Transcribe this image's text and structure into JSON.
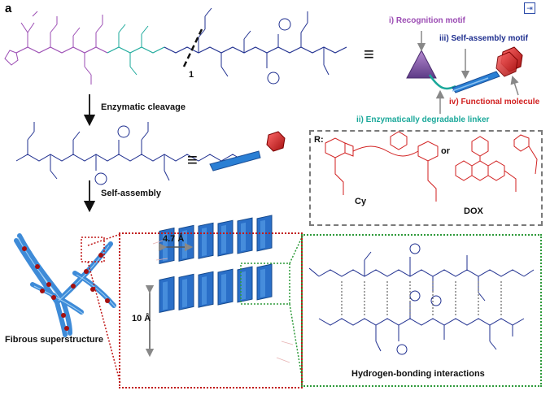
{
  "panel_label": "a",
  "compound_number": "1",
  "equiv_symbol": "≡",
  "motifs": {
    "recognition": "i) Recognition motif",
    "linker": "ii) Enzymatically degradable linker",
    "self_assembly": "iii) Self-assembly motif",
    "functional": "iv) Functional molecule"
  },
  "steps": {
    "cleavage": "Enzymatic cleavage",
    "assembly": "Self-assembly"
  },
  "r_group": {
    "label": "R:",
    "option1": "Cy",
    "or": "or",
    "option2": "DOX"
  },
  "structure": {
    "spacing_horizontal": "4.7 Å",
    "spacing_vertical": "10 Å",
    "fibrous_label": "Fibrous superstructure",
    "hbond_label": "Hydrogen-bonding interactions"
  },
  "share_icon": "⇥",
  "colors": {
    "purple": "#9b4bb3",
    "teal": "#1aa89a",
    "navy": "#1f2f8f",
    "red": "#d11f1f",
    "blue_strand": "#2a7fd4"
  }
}
